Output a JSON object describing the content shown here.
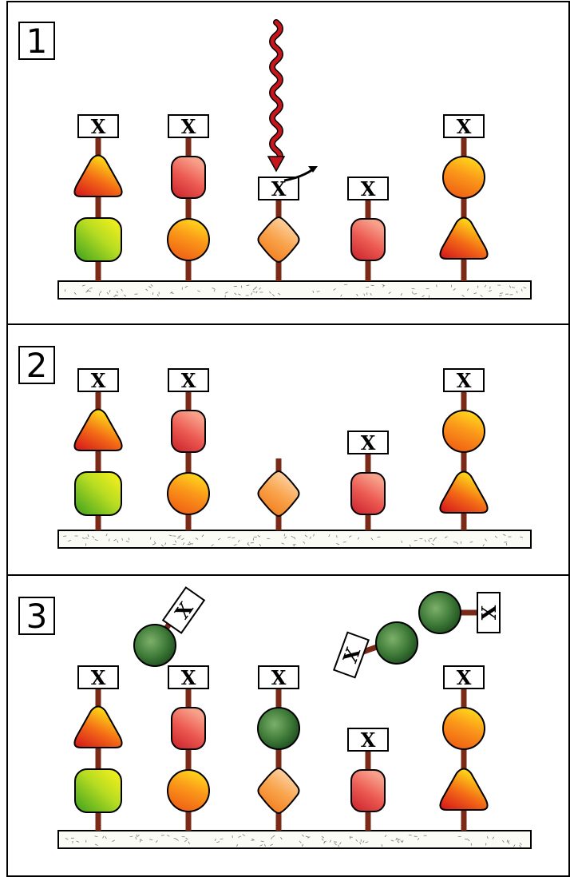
{
  "panels": [
    {
      "number": "1",
      "columns": [
        {
          "beads": [
            "rounded-square-green",
            "triangle-red"
          ],
          "cap": "X"
        },
        {
          "beads": [
            "circle-orange",
            "rounded-rect-red"
          ],
          "cap": "X"
        },
        {
          "beads": [
            "diamond-orange"
          ],
          "cap": "X",
          "cap_leaving": true
        },
        {
          "beads": [
            "rounded-rect-red"
          ],
          "cap": "X"
        },
        {
          "beads": [
            "triangle-red",
            "circle-orange"
          ],
          "cap": "X"
        }
      ],
      "light_arrow": true
    },
    {
      "number": "2",
      "columns": [
        {
          "beads": [
            "rounded-square-green",
            "triangle-red"
          ],
          "cap": "X"
        },
        {
          "beads": [
            "circle-orange",
            "rounded-rect-red"
          ],
          "cap": "X"
        },
        {
          "beads": [
            "diamond-orange"
          ],
          "cap": ""
        },
        {
          "beads": [
            "rounded-rect-red"
          ],
          "cap": "X"
        },
        {
          "beads": [
            "triangle-red",
            "circle-orange"
          ],
          "cap": "X"
        }
      ]
    },
    {
      "number": "3",
      "columns": [
        {
          "beads": [
            "rounded-square-green",
            "triangle-red"
          ],
          "cap": "X"
        },
        {
          "beads": [
            "circle-orange",
            "rounded-rect-red"
          ],
          "cap": "X"
        },
        {
          "beads": [
            "diamond-orange",
            "circle-darkgreen"
          ],
          "cap": "X"
        },
        {
          "beads": [
            "rounded-rect-red"
          ],
          "cap": "X"
        },
        {
          "beads": [
            "triangle-red",
            "circle-orange"
          ],
          "cap": "X"
        }
      ],
      "free_monomers": 3
    }
  ],
  "cap_label": "X",
  "colors": {
    "stem": "#7a2a16",
    "light": "#c4161c",
    "dark_green": "#2e6b2e",
    "border": "#000000"
  }
}
